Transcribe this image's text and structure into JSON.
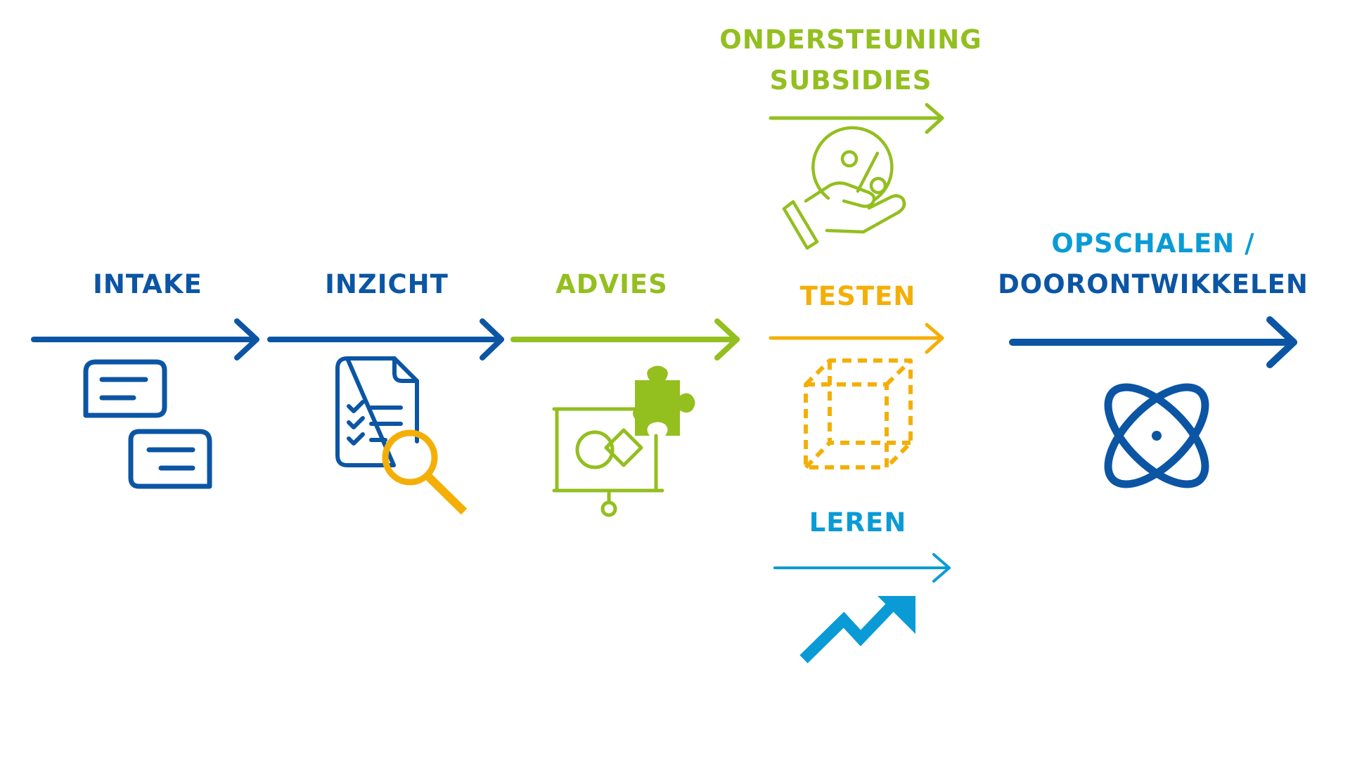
{
  "colors": {
    "dark_blue": "#0B55A4",
    "green": "#93BF1F",
    "orange": "#F4AF07",
    "light_blue": "#0A9BD6"
  },
  "steps": {
    "intake": {
      "label": "INTAKE",
      "icon": "chat-bubbles-icon"
    },
    "inzicht": {
      "label": "INZICHT",
      "icon": "checklist-magnifier-icon"
    },
    "advies": {
      "label": "ADVIES",
      "icon": "presentation-puzzle-icon"
    },
    "ondersteuning": {
      "label_line1": "ONDERSTEUNING",
      "label_line2": "SUBSIDIES",
      "icon": "hand-percent-coin-icon"
    },
    "testen": {
      "label": "TESTEN",
      "icon": "dashed-cube-icon"
    },
    "leren": {
      "label": "LEREN",
      "icon": "trend-up-arrow-icon"
    },
    "opschalen": {
      "label_line1": "OPSCHALEN /",
      "label_line2": "DOORONTWIKKELEN",
      "icon": "atom-icon"
    }
  }
}
